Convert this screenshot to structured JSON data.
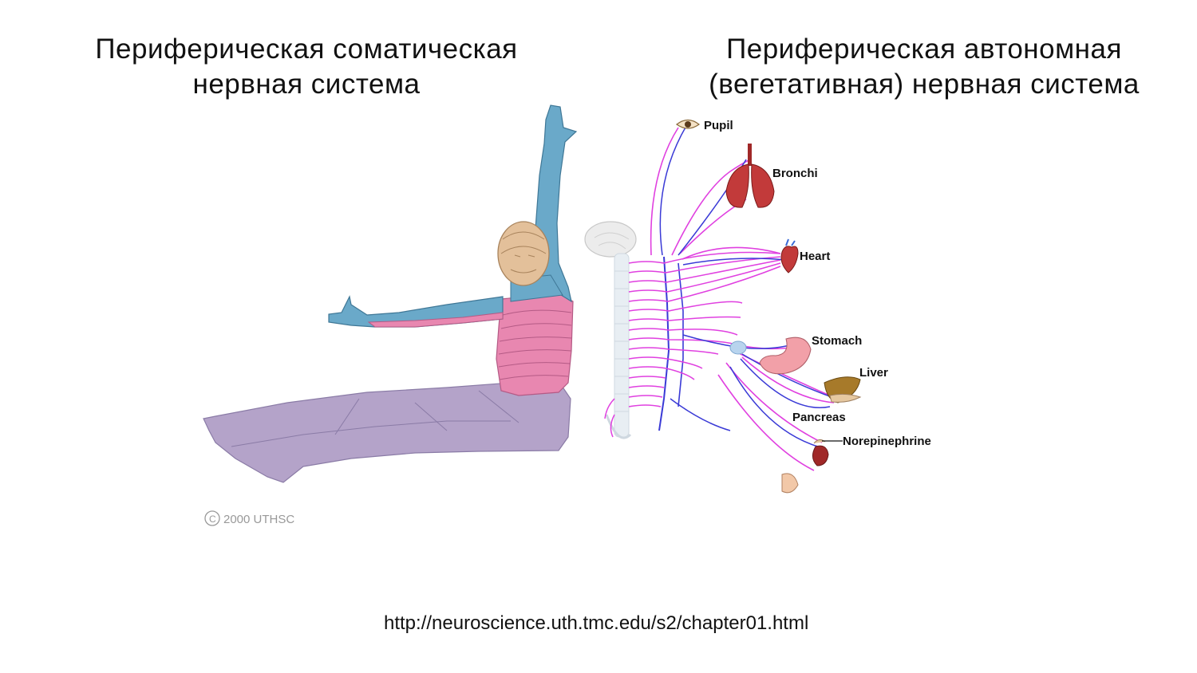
{
  "headings": {
    "somatic": [
      "Периферическая соматическая",
      "нервная система"
    ],
    "autonomic": [
      "Периферическая автономная",
      "(вегетативная) нервная система"
    ]
  },
  "organs": {
    "pupil": "Pupil",
    "bronchi": "Bronchi",
    "heart": "Heart",
    "stomach": "Stomach",
    "liver": "Liver",
    "pancreas": "Pancreas",
    "norepinephrine": "Norepinephrine"
  },
  "copyright": "2000 UTHSC",
  "source_url": "http://neuroscience.uth.tmc.edu/s2/chapter01.html",
  "colors": {
    "dermatome_blue": "#6aa9c9",
    "dermatome_pink": "#e887b0",
    "dermatome_purple": "#b4a3c9",
    "skin": "#e3c09a",
    "nerve_magenta": "#e040e0",
    "nerve_blue": "#3a3ad6",
    "organ_red": "#c23a3a",
    "liver_brown": "#a77a2a"
  }
}
